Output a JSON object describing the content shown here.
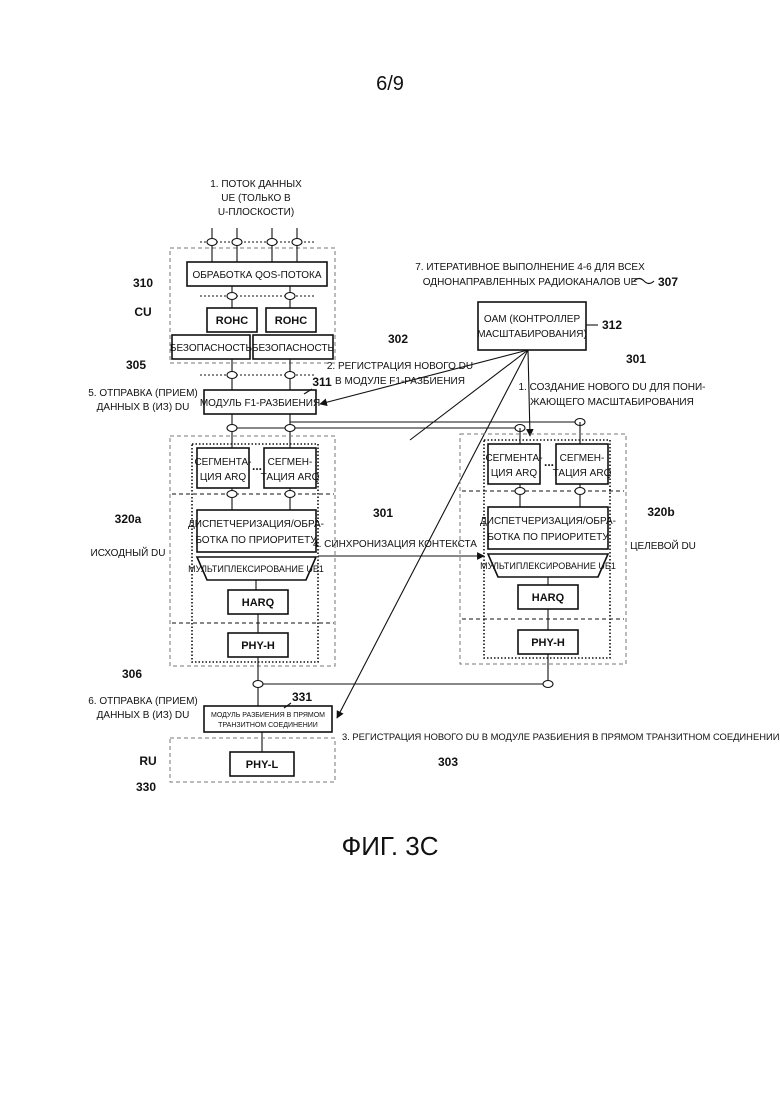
{
  "page_number": "6/9",
  "figure_caption": "ФИГ. 3С",
  "labels": {
    "flow": [
      "1. ПОТОК ДАННЫХ",
      "UE (ТОЛЬКО В",
      "U-ПЛОСКОСТИ)"
    ],
    "cu_ref": "310",
    "cu": "CU",
    "qos": "ОБРАБОТКА QOS-ПОТОКА",
    "rohc": "ROHC",
    "security": "БЕЗОПАСНОСТЬ",
    "ref305": "305",
    "send_cu": [
      "5. ОТПРАВКА (ПРИЕМ)",
      "ДАННЫХ В (ИЗ) DU"
    ],
    "f1_module": "МОДУЛЬ F1-РАЗБИЕНИЯ",
    "ref311": "311",
    "ref302": "302",
    "reg_f1": [
      "2. РЕГИСТРАЦИЯ НОВОГО DU",
      "В МОДУЛЕ F1-РАЗБИЕНИЯ"
    ],
    "iterative": [
      "7. ИТЕРАТИВНОЕ ВЫПОЛНЕНИЕ 4-6 ДЛЯ ВСЕХ",
      "ОДНОНАПРАВЛЕННЫХ РАДИОКАНАЛОВ UE"
    ],
    "ref307": "307",
    "oam": [
      "OAM (КОНТРОЛЛЕР",
      "МАСШТАБИРОВАНИЯ)"
    ],
    "ref312": "312",
    "ref301_top": "301",
    "create_du": [
      "1. СОЗДАНИЕ НОВОГО DU ДЛЯ ПОНИ-",
      "ЖАЮЩЕГО МАСШТАБИРОВАНИЯ"
    ],
    "seg_left_a": [
      "СЕГМЕНТА-",
      "ЦИЯ ARQ"
    ],
    "seg_left_b": [
      "СЕГМЕН-",
      "ТАЦИЯ ARQ"
    ],
    "ellipsis": "...",
    "sched": [
      "ДИСПЕТЧЕРИЗАЦИЯ/ОБРА-",
      "БОТКА ПО ПРИОРИТЕТУ"
    ],
    "mux": "МУЛЬТИПЛЕКСИРОВАНИЕ UE1",
    "harq": "HARQ",
    "phyh": "PHY-H",
    "ref320a": "320a",
    "source_du": "ИСХОДНЫЙ DU",
    "ref301_mid": "301",
    "sync": "4. СИНХРОНИЗАЦИЯ КОНТЕКСТА",
    "ref320b": "320b",
    "target_du": "ЦЕЛЕВОЙ DU",
    "seg_right_a": [
      "СЕГМЕНТА-",
      "ЦИЯ ARQ"
    ],
    "seg_right_b": [
      "СЕГМЕН-",
      "ТАЦИЯ ARQ"
    ],
    "ref306": "306",
    "send_ru": [
      "6. ОТПРАВКА (ПРИЕМ)",
      "ДАННЫХ В (ИЗ) DU"
    ],
    "fh_module": [
      "МОДУЛЬ РАЗБИЕНИЯ В ПРЯМОМ",
      "ТРАНЗИТНОМ СОЕДИНЕНИИ"
    ],
    "ref331": "331",
    "reg_fh": "3. РЕГИСТРАЦИЯ НОВОГО DU В МОДУЛЕ РАЗБИЕНИЯ В ПРЯМОМ ТРАНЗИТНОМ СОЕДИНЕНИИ",
    "ref303": "303",
    "ru": "RU",
    "ref330": "330",
    "phyl": "PHY-L"
  }
}
